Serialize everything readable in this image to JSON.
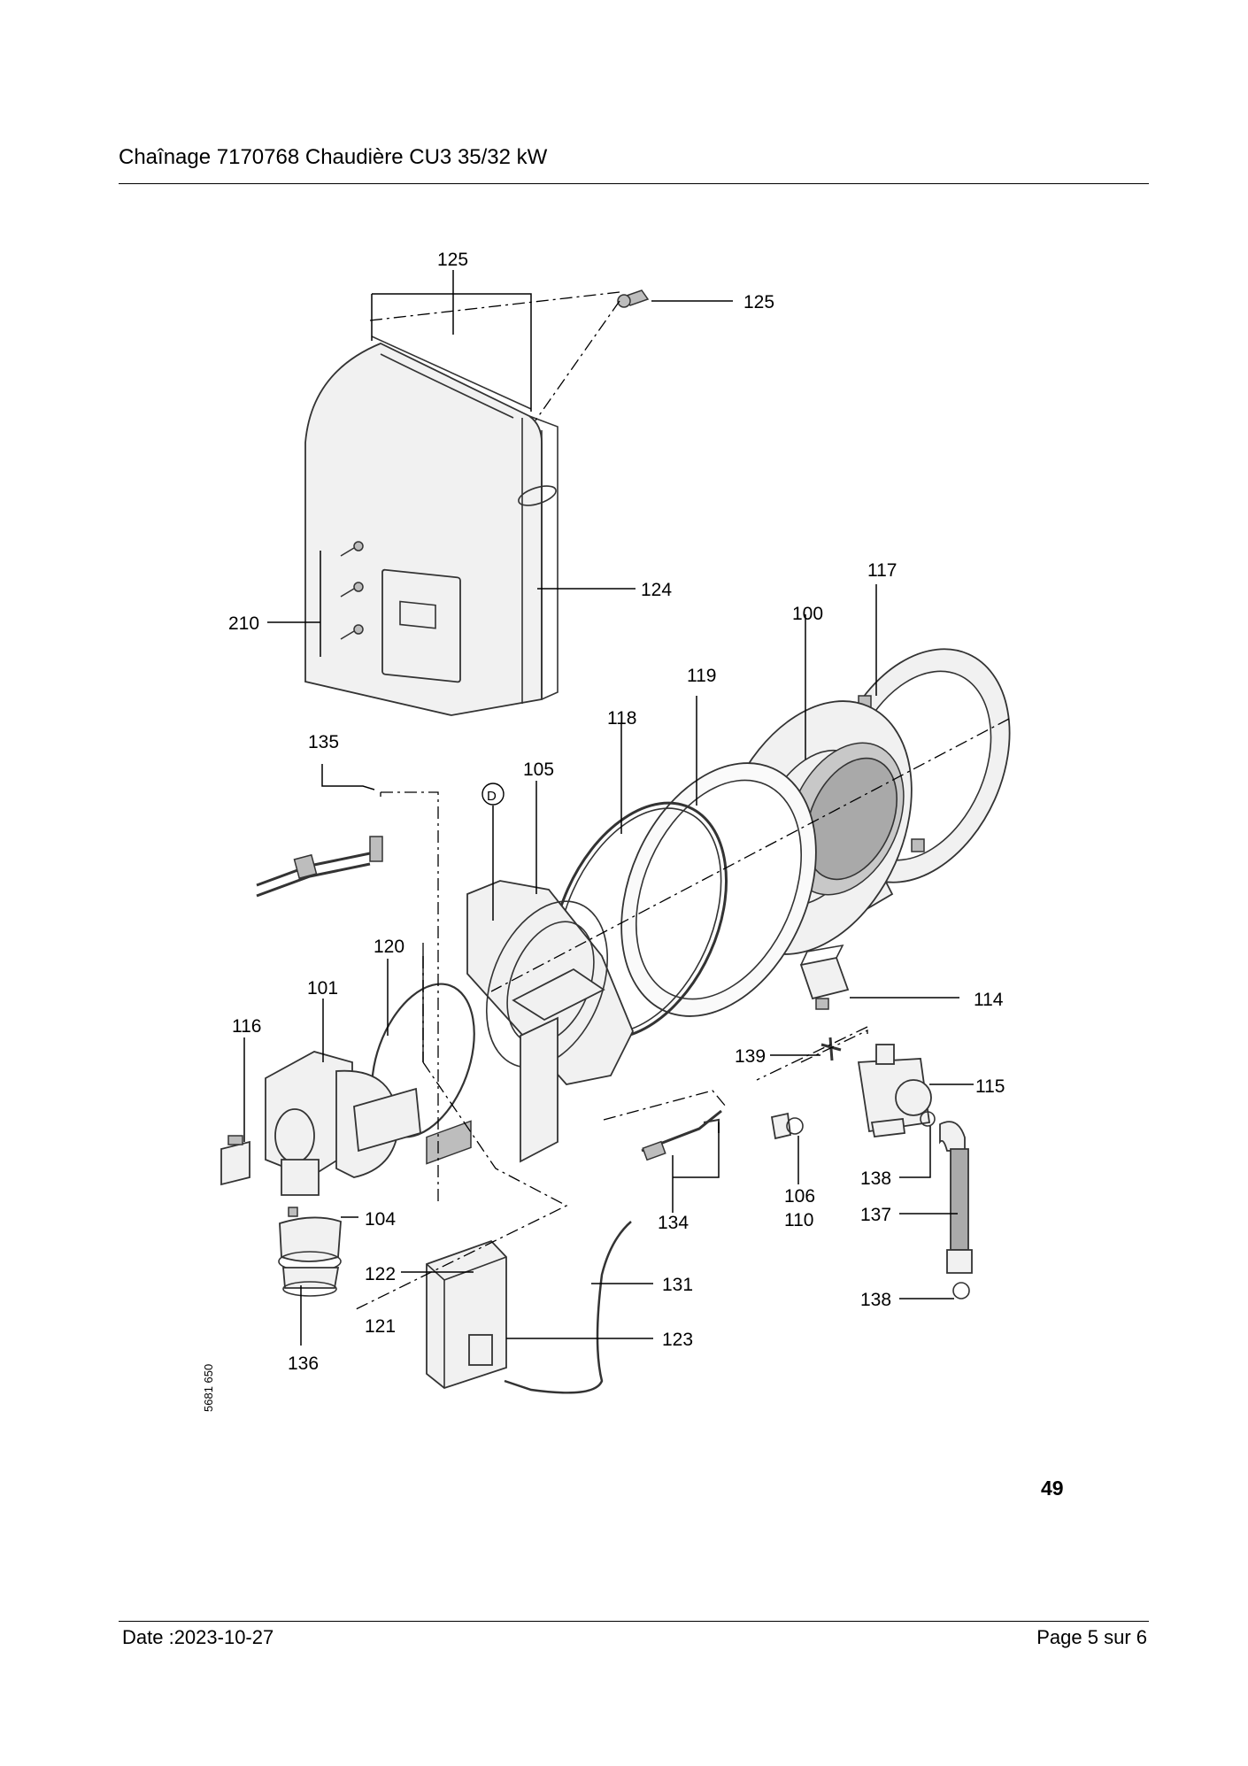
{
  "header": {
    "title": "Chaînage 7170768 Chaudière CU3 35/32 kW"
  },
  "footer": {
    "date": "Date :2023-10-27",
    "page": "Page 5 sur  6"
  },
  "page_code": "49",
  "drawing_number": "5681 650",
  "callouts": {
    "c125a": "125",
    "c125b": "125",
    "c124": "124",
    "c210": "210",
    "c117": "117",
    "c100": "100",
    "c119": "119",
    "c118": "118",
    "c105": "105",
    "cD": "D",
    "c135": "135",
    "c120": "120",
    "c101": "101",
    "c116": "116",
    "c114": "114",
    "c139": "139",
    "c115": "115",
    "c138a": "138",
    "c106": "106",
    "c110": "110",
    "c134": "134",
    "c137": "137",
    "c104": "104",
    "c131": "131",
    "c122": "122",
    "c121": "121",
    "c123": "123",
    "c138b": "138",
    "c136": "136"
  }
}
